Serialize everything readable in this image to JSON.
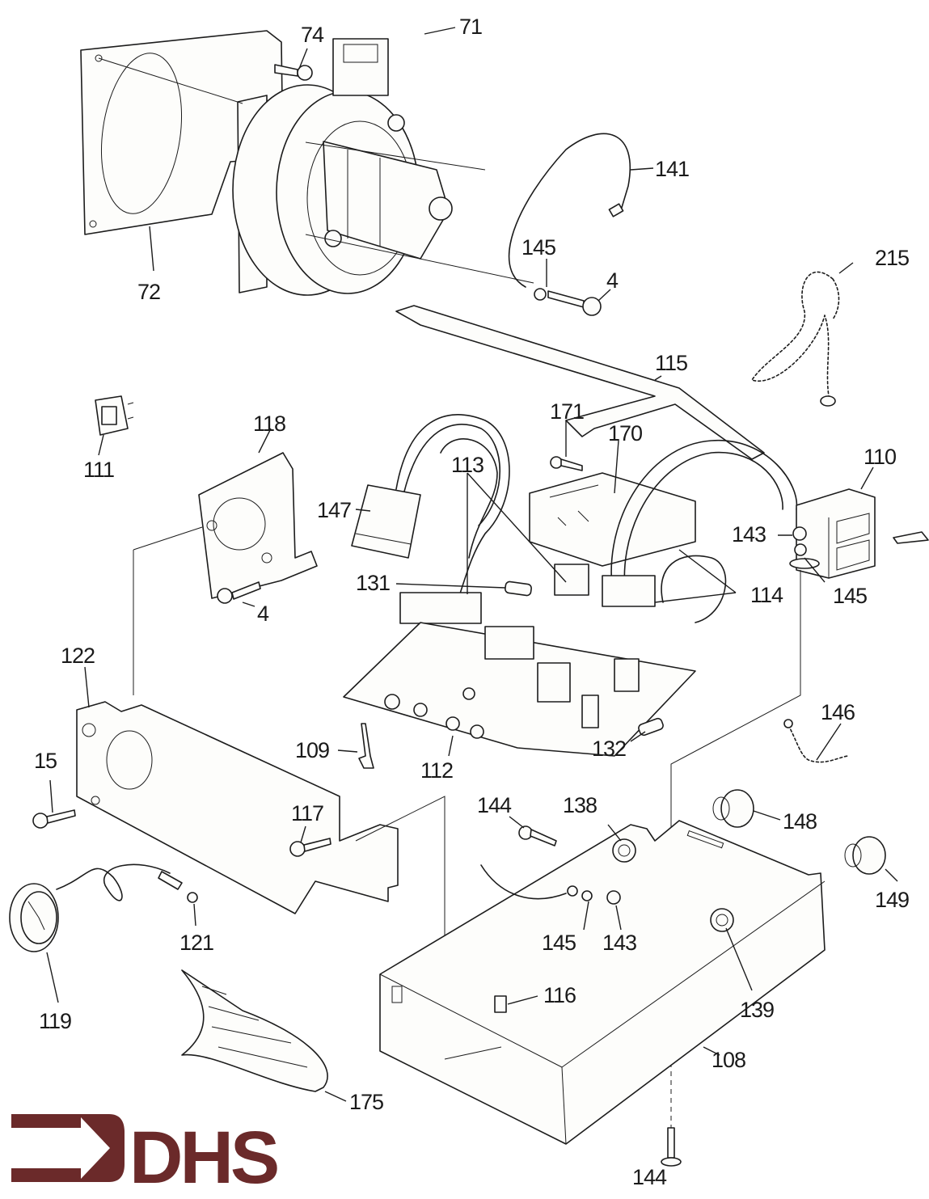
{
  "diagram": {
    "type": "exploded parts diagram",
    "brand": {
      "logo_text": "DHS",
      "logo_icon": "arrow-right-icon",
      "color": "#6b2a2a"
    },
    "ink_color": "#1c1c1c",
    "callouts": [
      {
        "id": "c74",
        "label": "74"
      },
      {
        "id": "c71",
        "label": "71"
      },
      {
        "id": "c72",
        "label": "72"
      },
      {
        "id": "c141",
        "label": "141"
      },
      {
        "id": "c145a",
        "label": "145"
      },
      {
        "id": "c4a",
        "label": "4"
      },
      {
        "id": "c215",
        "label": "215"
      },
      {
        "id": "c115",
        "label": "115"
      },
      {
        "id": "c111",
        "label": "111"
      },
      {
        "id": "c118",
        "label": "118"
      },
      {
        "id": "c171",
        "label": "171"
      },
      {
        "id": "c170",
        "label": "170"
      },
      {
        "id": "c113",
        "label": "113"
      },
      {
        "id": "c147",
        "label": "147"
      },
      {
        "id": "c110",
        "label": "110"
      },
      {
        "id": "c143a",
        "label": "143"
      },
      {
        "id": "c145b",
        "label": "145"
      },
      {
        "id": "c114",
        "label": "114"
      },
      {
        "id": "c131",
        "label": "131"
      },
      {
        "id": "c4b",
        "label": "4"
      },
      {
        "id": "c122",
        "label": "122"
      },
      {
        "id": "c146",
        "label": "146"
      },
      {
        "id": "c109",
        "label": "109"
      },
      {
        "id": "c112",
        "label": "112"
      },
      {
        "id": "c132",
        "label": "132"
      },
      {
        "id": "c15",
        "label": "15"
      },
      {
        "id": "c117",
        "label": "117"
      },
      {
        "id": "c144a",
        "label": "144"
      },
      {
        "id": "c138",
        "label": "138"
      },
      {
        "id": "c148",
        "label": "148"
      },
      {
        "id": "c149",
        "label": "149"
      },
      {
        "id": "c121",
        "label": "121"
      },
      {
        "id": "c145c",
        "label": "145"
      },
      {
        "id": "c143b",
        "label": "143"
      },
      {
        "id": "c139",
        "label": "139"
      },
      {
        "id": "c119",
        "label": "119"
      },
      {
        "id": "c116",
        "label": "116"
      },
      {
        "id": "c108",
        "label": "108"
      },
      {
        "id": "c175",
        "label": "175"
      },
      {
        "id": "c144b",
        "label": "144"
      }
    ]
  }
}
